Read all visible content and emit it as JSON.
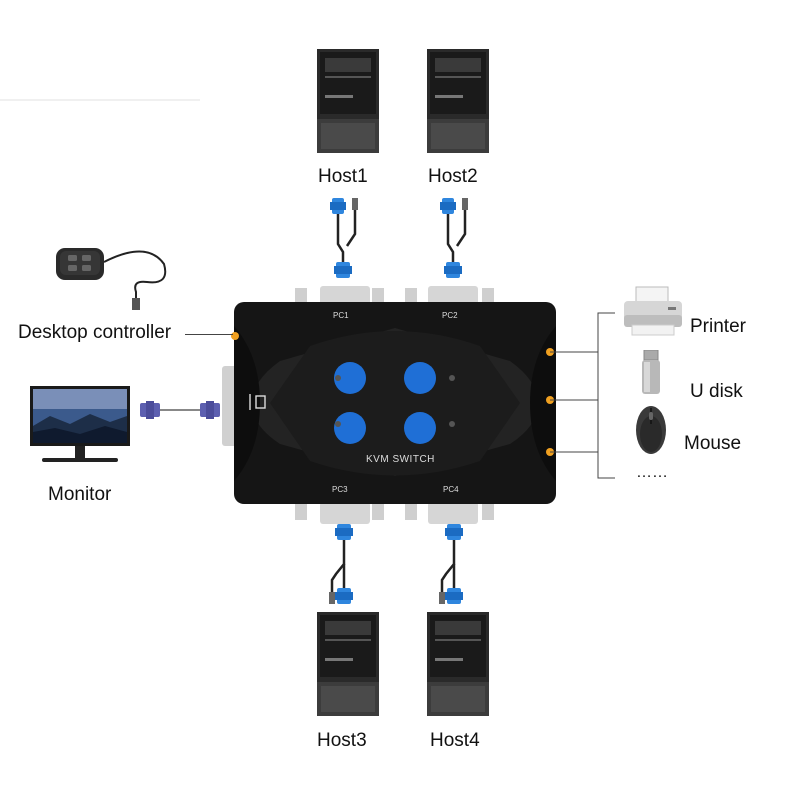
{
  "hosts": [
    {
      "label": "Host1"
    },
    {
      "label": "Host2"
    },
    {
      "label": "Host3"
    },
    {
      "label": "Host4"
    }
  ],
  "switch": {
    "title": "KVM SWITCH",
    "ports": [
      "PC1",
      "PC2",
      "PC3",
      "PC4"
    ],
    "button_color": "#1f6fd6",
    "body_color": "#151515",
    "accent_color": "#f0a020"
  },
  "peripherals": {
    "desktop_controller": "Desktop controller",
    "monitor": "Monitor",
    "printer": "Printer",
    "udisk": "U disk",
    "mouse": "Mouse",
    "more": "……"
  }
}
